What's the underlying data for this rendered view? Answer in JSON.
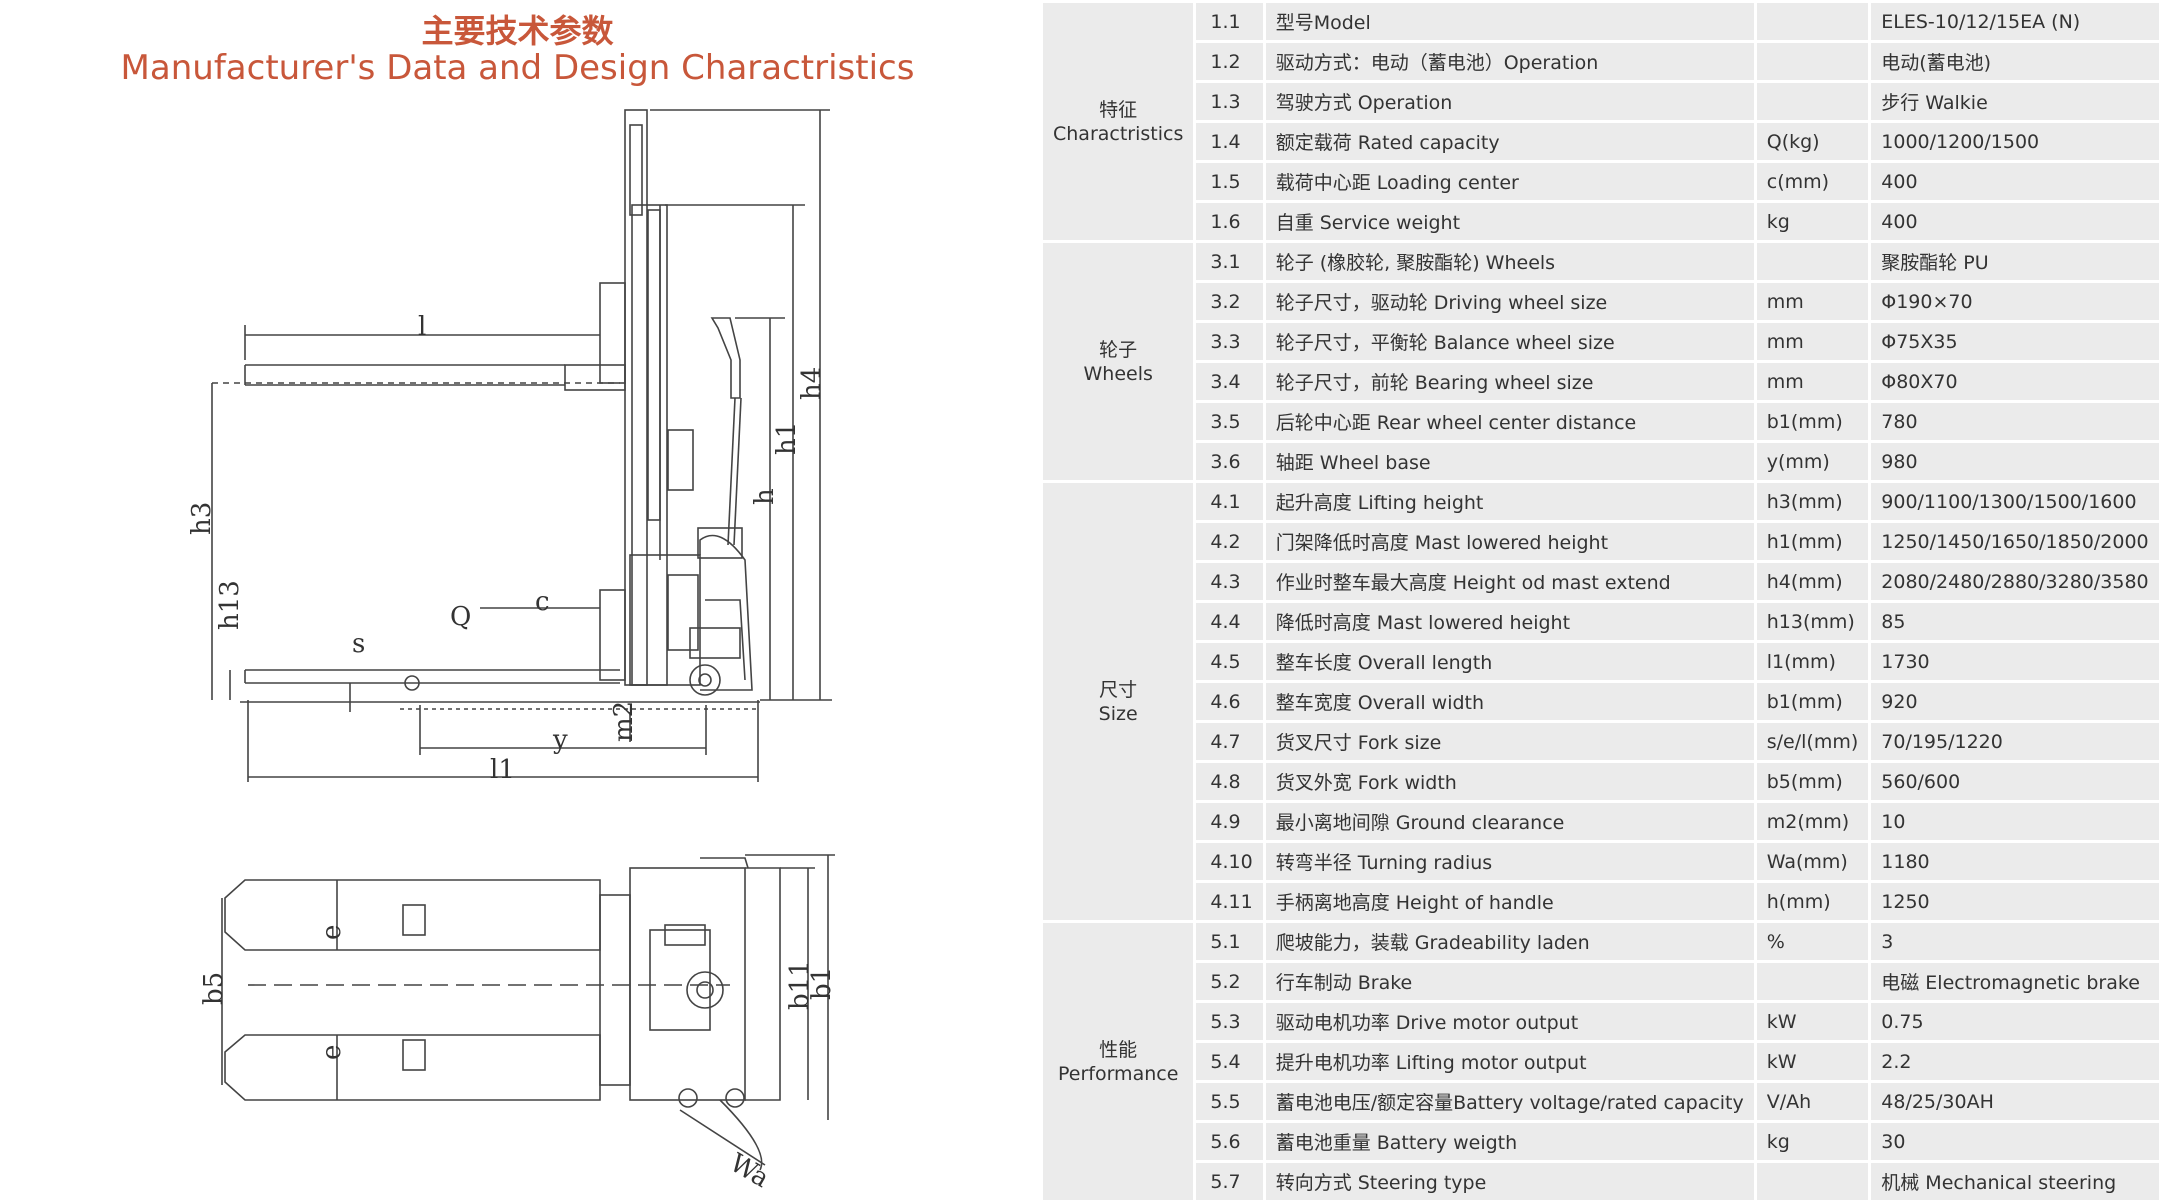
{
  "header": {
    "title_cn": "主要技术参数",
    "title_en": "Manufacturer's Data and Design Charactristics"
  },
  "drawing": {
    "side_labels": [
      "l",
      "h4",
      "h1",
      "h",
      "h3",
      "h13",
      "s",
      "Q",
      "c",
      "m2",
      "y",
      "l1"
    ],
    "top_labels": [
      "b5",
      "e",
      "e",
      "b11",
      "b1",
      "Wa"
    ]
  },
  "groups": [
    {
      "label_cn": "特征",
      "label_en": "Charactristics",
      "rows": [
        {
          "idx": "1.1",
          "name": "型号Model",
          "unit": "",
          "value": "ELES-10/12/15EA (N)"
        },
        {
          "idx": "1.2",
          "name": "驱动方式：电动（蓄电池）Operation",
          "unit": "",
          "value": "电动(蓄电池)"
        },
        {
          "idx": "1.3",
          "name": "驾驶方式 Operation",
          "unit": "",
          "value": "步行 Walkie"
        },
        {
          "idx": "1.4",
          "name": "额定载荷 Rated capacity",
          "unit": "Q(kg)",
          "value": "1000/1200/1500"
        },
        {
          "idx": "1.5",
          "name": "载荷中心距 Loading center",
          "unit": "c(mm)",
          "value": "400"
        },
        {
          "idx": "1.6",
          "name": "自重 Service weight",
          "unit": "kg",
          "value": "400"
        }
      ]
    },
    {
      "label_cn": "轮子",
      "label_en": "Wheels",
      "rows": [
        {
          "idx": "3.1",
          "name": "轮子 (橡胶轮, 聚胺酯轮) Wheels",
          "unit": "",
          "value": "聚胺酯轮 PU"
        },
        {
          "idx": "3.2",
          "name": "轮子尺寸，驱动轮 Driving wheel size",
          "unit": "mm",
          "value": "Φ190×70"
        },
        {
          "idx": "3.3",
          "name": "轮子尺寸，平衡轮 Balance wheel size",
          "unit": "mm",
          "value": "Φ75X35"
        },
        {
          "idx": "3.4",
          "name": "轮子尺寸，前轮 Bearing wheel size",
          "unit": "mm",
          "value": "Φ80X70"
        },
        {
          "idx": "3.5",
          "name": "后轮中心距 Rear wheel center distance",
          "unit": "b1(mm)",
          "value": "780"
        },
        {
          "idx": "3.6",
          "name": "轴距 Wheel base",
          "unit": "y(mm)",
          "value": "980"
        }
      ]
    },
    {
      "label_cn": "尺寸",
      "label_en": "Size",
      "rows": [
        {
          "idx": "4.1",
          "name": "起升高度 Lifting height",
          "unit": "h3(mm)",
          "value": "900/1100/1300/1500/1600"
        },
        {
          "idx": "4.2",
          "name": "门架降低时高度 Mast lowered height",
          "unit": "h1(mm)",
          "value": "1250/1450/1650/1850/2000"
        },
        {
          "idx": "4.3",
          "name": "作业时整车最大高度 Height od mast extend",
          "unit": "h4(mm)",
          "value": "2080/2480/2880/3280/3580"
        },
        {
          "idx": "4.4",
          "name": "降低时高度 Mast lowered height",
          "unit": "h13(mm)",
          "value": "85"
        },
        {
          "idx": "4.5",
          "name": "整车长度 Overall length",
          "unit": "l1(mm)",
          "value": "1730"
        },
        {
          "idx": "4.6",
          "name": "整车宽度 Overall width",
          "unit": "b1(mm)",
          "value": "920"
        },
        {
          "idx": "4.7",
          "name": "货叉尺寸 Fork size",
          "unit": "s/e/l(mm)",
          "value": "70/195/1220"
        },
        {
          "idx": "4.8",
          "name": "货叉外宽 Fork width",
          "unit": "b5(mm)",
          "value": "560/600"
        },
        {
          "idx": "4.9",
          "name": "最小离地间隙 Ground clearance",
          "unit": "m2(mm)",
          "value": "10"
        },
        {
          "idx": "4.10",
          "name": "转弯半径 Turning radius",
          "unit": "Wa(mm)",
          "value": "1180"
        },
        {
          "idx": "4.11",
          "name": "手柄离地高度 Height of handle",
          "unit": "h(mm)",
          "value": "1250"
        }
      ]
    },
    {
      "label_cn": "性能",
      "label_en": "Performance",
      "rows": [
        {
          "idx": "5.1",
          "name": "爬坡能力，装载 Gradeability laden",
          "unit": "%",
          "value": "3"
        },
        {
          "idx": "5.2",
          "name": "行车制动 Brake",
          "unit": "",
          "value": "电磁 Electromagnetic brake"
        },
        {
          "idx": "5.3",
          "name": "驱动电机功率 Drive motor output",
          "unit": "kW",
          "value": "0.75"
        },
        {
          "idx": "5.4",
          "name": "提升电机功率 Lifting motor output",
          "unit": "kW",
          "value": "2.2"
        },
        {
          "idx": "5.5",
          "name": "蓄电池电压/额定容量Battery voltage/rated capacity",
          "unit": "V/Ah",
          "value": "48/25/30AH"
        },
        {
          "idx": "5.6",
          "name": "蓄电池重量 Battery weigth",
          "unit": "kg",
          "value": "30"
        },
        {
          "idx": "5.7",
          "name": "转向方式 Steering type",
          "unit": "",
          "value": "机械 Mechanical steering"
        }
      ]
    }
  ]
}
